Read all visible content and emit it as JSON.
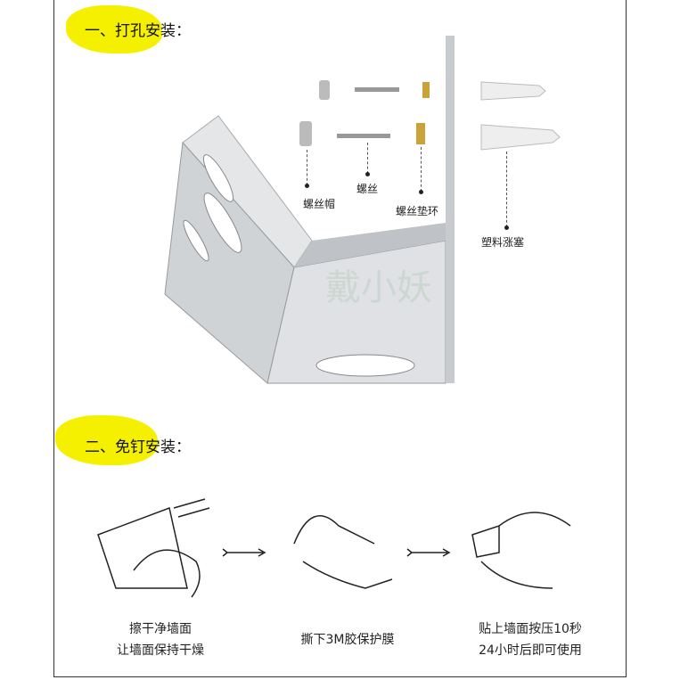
{
  "section1": {
    "title": "一、打孔安装：",
    "labels": {
      "cap": "螺丝帽",
      "screw": "螺丝",
      "washer": "螺丝垫环",
      "anchor": "塑料涨塞"
    },
    "watermark": "戴小妖"
  },
  "section2": {
    "title": "二、免钉安装：",
    "steps": [
      {
        "line1": "擦干净墙面",
        "line2": "让墙面保持干燥"
      },
      {
        "line1": "撕下3M胶保护膜"
      },
      {
        "line1": "贴上墙面按压10秒",
        "line2": "24小时后即可使用"
      }
    ]
  },
  "colors": {
    "highlight": "#f5f000"
  }
}
